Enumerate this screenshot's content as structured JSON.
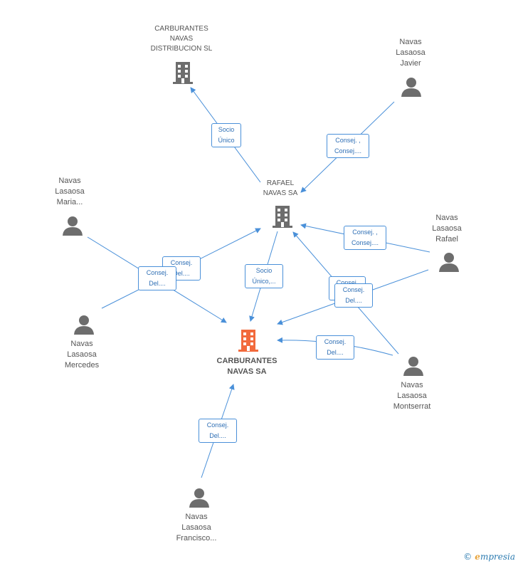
{
  "colors": {
    "edge": "#4a90d9",
    "person": "#6d6d6d",
    "company": "#6d6d6d",
    "main_company": "#f26a3c",
    "text": "#555555"
  },
  "nodes": {
    "carburantes_navas_distribucion": {
      "label": "CARBURANTES\nNAVAS\nDISTRIBUCION SL",
      "icon": "building-icon"
    },
    "rafael_navas_sa": {
      "label": "RAFAEL\nNAVAS SA",
      "icon": "building-icon"
    },
    "carburantes_navas_sa": {
      "label": "CARBURANTES\nNAVAS SA",
      "icon": "building-icon"
    },
    "javier": {
      "label": "Navas\nLasaosa\nJavier",
      "icon": "person-icon"
    },
    "maria": {
      "label": "Navas\nLasaosa\nMaria...",
      "icon": "person-icon"
    },
    "rafael": {
      "label": "Navas\nLasaosa\nRafael",
      "icon": "person-icon"
    },
    "mercedes": {
      "label": "Navas\nLasaosa\nMercedes",
      "icon": "person-icon"
    },
    "montserrat": {
      "label": "Navas\nLasaosa\nMontserrat",
      "icon": "person-icon"
    },
    "francisco": {
      "label": "Navas\nLasaosa\nFrancisco...",
      "icon": "person-icon"
    }
  },
  "edge_labels": {
    "socio_unico_1": "Socio\nÚnico",
    "consej_javier": "Consej. ,\nConsej....",
    "consej_rafael_top": "Consej. ,\nConsej....",
    "consej_maria": "Consej.\nDel....",
    "consej_mercedes": "Consej.\nDel....",
    "socio_unico_2": "Socio\nÚnico,...",
    "consej_hidden": "Consej.\nDel....",
    "consej_rafael_mid": "Consej.\nDel....",
    "consej_montserrat": "Consej.\nDel....",
    "consej_francisco": "Consej.\nDel...."
  },
  "brand": {
    "copyright": "©",
    "e": "e",
    "rest": "mpresia"
  }
}
